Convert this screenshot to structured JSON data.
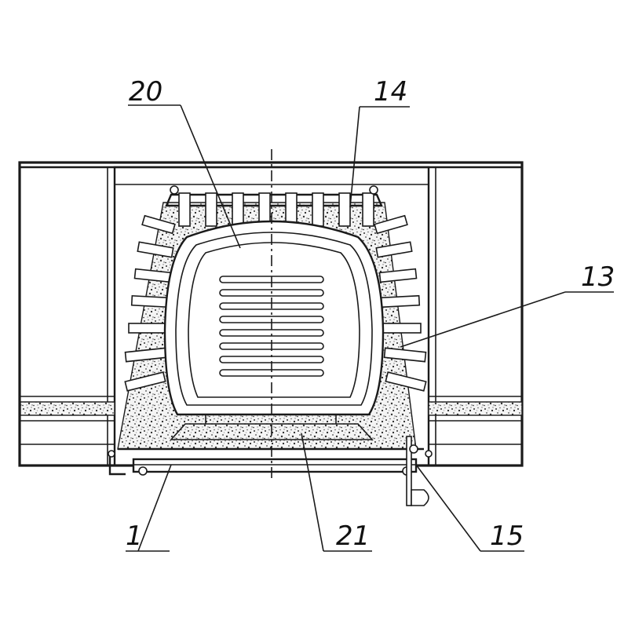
{
  "labels": {
    "fire_chamber": "20",
    "top_insulation": "14",
    "side_insulation": "13",
    "base_frame": "1",
    "hearth_plate": "21",
    "handle": "15"
  },
  "colors": {
    "hearth_plate": "#e8231d",
    "line": "#1a1a1a"
  }
}
